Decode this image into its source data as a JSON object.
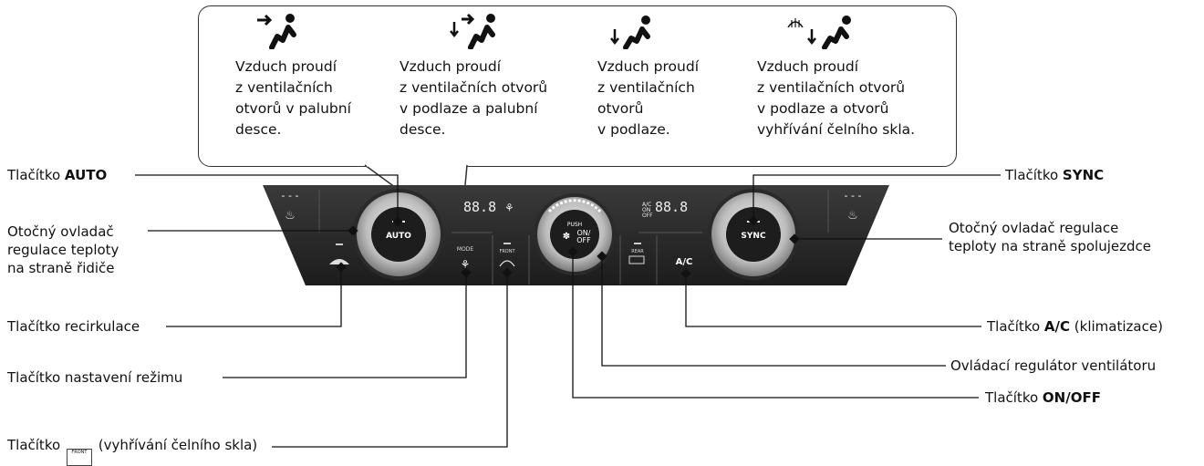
{
  "callouts": {
    "mode1": {
      "lines": [
        "Vzduch proudí",
        "z ventilačních",
        "otvorů v palubní",
        "desce."
      ]
    },
    "mode2": {
      "lines": [
        "Vzduch proudí",
        "z ventilačních otvorů",
        "v podlaze a palubní",
        "desce."
      ]
    },
    "mode3": {
      "lines": [
        "Vzduch proudí",
        "z ventilačních",
        "otvorů",
        "v podlaze."
      ]
    },
    "mode4": {
      "lines": [
        "Vzduch proudí",
        "z ventilačních otvorů",
        "v podlaze a otvorů",
        "vyhřívání čelního skla."
      ]
    }
  },
  "labels_left": {
    "auto_prefix": "Tlačítko ",
    "auto_bold": "AUTO",
    "temp_driver": [
      "Otočný ovladač",
      "regulace teploty",
      "na straně řidiče"
    ],
    "recirc": "Tlačítko recirkulace",
    "mode": "Tlačítko nastavení režimu",
    "front_prefix": "Tlačítko",
    "front_suffix": "(vyhřívání čelního skla)"
  },
  "labels_right": {
    "sync_prefix": "Tlačítko ",
    "sync_bold": "SYNC",
    "temp_passenger": [
      "Otočný ovladač regulace",
      "teploty na straně spolujezdce"
    ],
    "ac_prefix": "Tlačítko ",
    "ac_bold": "A/C",
    "ac_suffix": " (klimatizace)",
    "fan": "Ovládací regulátor ventilátoru",
    "onoff_prefix": "Tlačítko ",
    "onoff_bold": "ON/OFF"
  },
  "panel": {
    "auto_knob": "AUTO",
    "sync_knob": "SYNC",
    "center_knob": [
      "PUSH",
      "ON/",
      "OFF"
    ],
    "display_left": "88.8",
    "display_right": "88.8",
    "ac_onoff": [
      "A/C",
      "ON",
      "OFF"
    ],
    "mode_btn": "MODE",
    "front_btn": "FRONT",
    "rear_btn": "REAR",
    "ac_btn": "A/C",
    "seat_dashes": "- - -"
  },
  "icons": {
    "front_defrost": "FRONT"
  }
}
